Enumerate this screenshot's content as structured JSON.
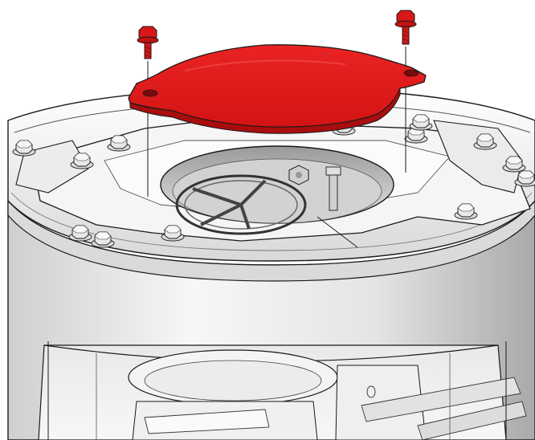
{
  "figure": {
    "kind": "technical-assembly-illustration",
    "caption": "",
    "colors": {
      "cover": "#e11b1b",
      "cover_shadow": "#b80f10",
      "cover_highlight": "#f03a3a",
      "housing_light": "#f2f2f2",
      "housing_mid": "#d6d6d6",
      "housing_dark": "#9c9c9c",
      "outline": "#1a1a1a",
      "background": "#ffffff"
    },
    "parts": [
      {
        "id": "cover-plate",
        "label": "",
        "icon": "red-cover-plate"
      },
      {
        "id": "flange-screw-left",
        "label": "",
        "icon": "red-flange-screw"
      },
      {
        "id": "flange-screw-right",
        "label": "",
        "icon": "red-flange-screw"
      }
    ],
    "leader_lines": 2
  }
}
